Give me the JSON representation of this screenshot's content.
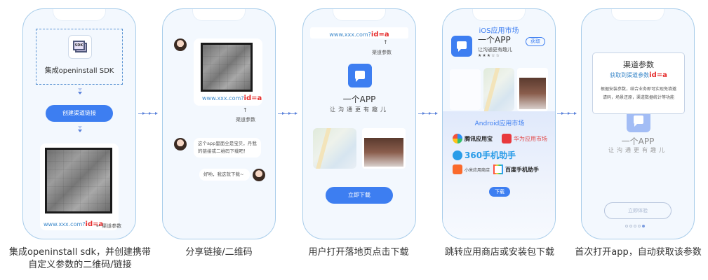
{
  "colors": {
    "accent_blue": "#3d7ef1",
    "link_blue": "#3a87c9",
    "param_red": "#e52d2d",
    "phone_border": "#a9cdea",
    "phone_bg": "#f3f8fe"
  },
  "steps": [
    {
      "caption_line1": "集成openinstall sdk，并创建携带",
      "caption_line2": "自定义参数的二维码/链接",
      "sdk_icon_text": "SDK",
      "sdk_label": "集成openinstall SDK",
      "create_link_button": "创建渠道链接",
      "url_prefix": "www.xxx.com?",
      "url_param": "id=a",
      "param_note": "← 渠道参数"
    },
    {
      "caption": "分享链接/二维码",
      "url_prefix": "www.xxx.com?",
      "url_param": "id=a",
      "param_note": "渠道参数",
      "message1": "这个app里面全是宝贝，丹我的链接或二维码下载吧！",
      "message2": "好哟，我这就下载~"
    },
    {
      "caption": "用户打开落地页点击下载",
      "url_prefix": "www.xxx.com?",
      "url_param": "id=a",
      "param_note": "渠道参数",
      "app_name": "一个APP",
      "app_slogan": "让沟通更有趣儿",
      "download_button": "立即下载"
    },
    {
      "caption": "跳转应用商店或安装包下载",
      "ios_title": "iOS应用市场",
      "app_name": "一个APP",
      "app_slogan": "让沟通更有趣儿",
      "stars": "★★★☆☆",
      "get_button": "获取",
      "android_title": "Android应用市场",
      "stores": [
        {
          "name": "腾讯应用宝",
          "color": "#222222"
        },
        {
          "name": "华为应用市场",
          "color": "#e24a4a"
        },
        {
          "name": "360手机助手",
          "color": "#2a9ce8"
        },
        {
          "name": "小米应用商店",
          "color": "#444444"
        },
        {
          "name": "百度手机助手",
          "color": "#222222"
        }
      ],
      "download_button": "下载"
    },
    {
      "caption": "首次打开app，自动获取该参数",
      "modal_title": "渠道参数",
      "modal_sub_prefix": "获取到渠道参数",
      "modal_sub_param": "id=a",
      "modal_desc": "根据安装参数，结合业务即可实现免填邀请码，场景还原，渠道数据统计等功能",
      "app_name": "一个APP",
      "app_slogan": "让沟通更有趣儿",
      "try_button": "立即体验",
      "page_dots": 5,
      "active_dot": 5
    }
  ]
}
